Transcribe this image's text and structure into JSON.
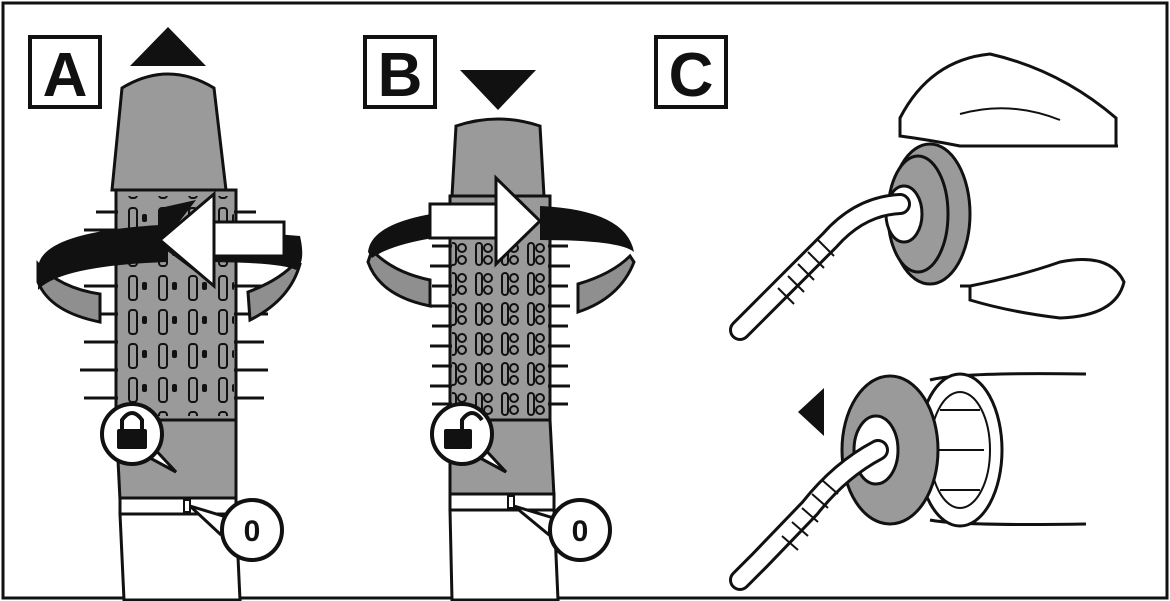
{
  "panels": [
    {
      "label": "A",
      "direction": "up",
      "lock_state": "locked",
      "indicator": "0"
    },
    {
      "label": "B",
      "direction": "down",
      "lock_state": "unlocked",
      "indicator": "0"
    },
    {
      "label": "C"
    }
  ],
  "colors": {
    "outline": "#111111",
    "body_gray": "#9a9a9a",
    "arrow_gray": "#8f8f8f",
    "background": "#ffffff"
  },
  "icons": [
    "triangle-up-icon",
    "triangle-down-icon",
    "triangle-left-icon",
    "lock-closed-icon",
    "lock-open-icon",
    "rotate-left-arrow-icon",
    "rotate-right-arrow-icon"
  ]
}
